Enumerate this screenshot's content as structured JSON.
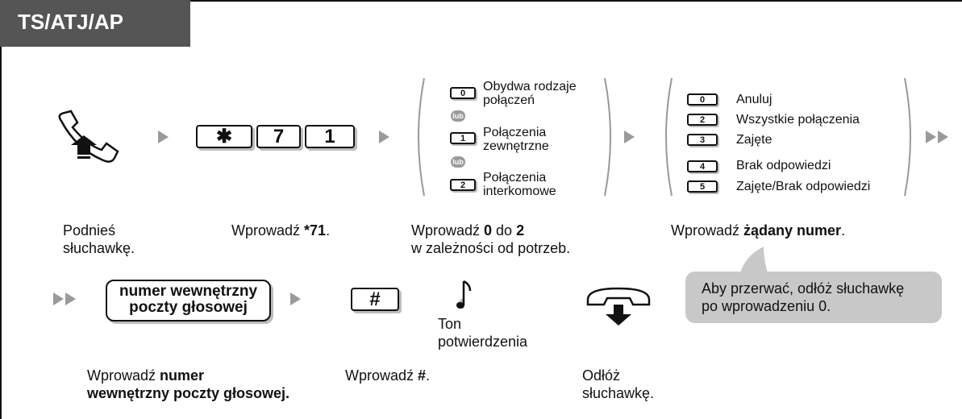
{
  "header": {
    "title": "TS/ATJ/AP"
  },
  "steps_row1": {
    "pick_up": {
      "caption_line1": "Podnieś",
      "caption_line2": "słuchawkę."
    },
    "dial_code": {
      "keys": [
        "✱",
        "7",
        "1"
      ],
      "caption_prefix": "Wprowadź ",
      "caption_bold": "*71",
      "caption_suffix": "."
    },
    "choice": {
      "options": [
        {
          "key": "0",
          "line1": "Obydwa rodzaje",
          "line2": "połączeń"
        },
        {
          "key": "1",
          "line1": "Połączenia",
          "line2": "zewnętrzne"
        },
        {
          "key": "2",
          "line1": "Połączenia",
          "line2": "interkomowe"
        }
      ],
      "or_label": "lub",
      "caption_prefix": "Wprowadź ",
      "caption_bold1": "0",
      "caption_mid": " do ",
      "caption_bold2": "2",
      "caption_line2": "w zależności od potrzeb."
    },
    "number": {
      "options": [
        {
          "key": "0",
          "label": "Anuluj"
        },
        {
          "key": "2",
          "label": "Wszystkie połączenia"
        },
        {
          "key": "3",
          "label": "Zajęte"
        },
        {
          "key": "4",
          "label": "Brak odpowiedzi"
        },
        {
          "key": "5",
          "label": "Zajęte/Brak odpowiedzi"
        }
      ],
      "caption_prefix": "Wprowadź ",
      "caption_bold": "żądany numer",
      "caption_suffix": "."
    }
  },
  "steps_row2": {
    "voicemail": {
      "box_line1": "numer wewnętrzny",
      "box_line2": "poczty głosowej",
      "caption_prefix": "Wprowadź ",
      "caption_bold1": "numer",
      "caption_bold2": "wewnętrzny poczty głosowej."
    },
    "hash": {
      "key": "#",
      "caption_prefix": "Wprowadź ",
      "caption_bold": "#",
      "caption_suffix": "."
    },
    "tone": {
      "line1": "Ton",
      "line2": "potwierdzenia"
    },
    "hang_up": {
      "caption_line1": "Odłóż",
      "caption_line2": "słuchawkę."
    }
  },
  "note": {
    "line1": "Aby przerwać, odłóż słuchawkę",
    "line2": "po wprowadzeniu 0."
  }
}
